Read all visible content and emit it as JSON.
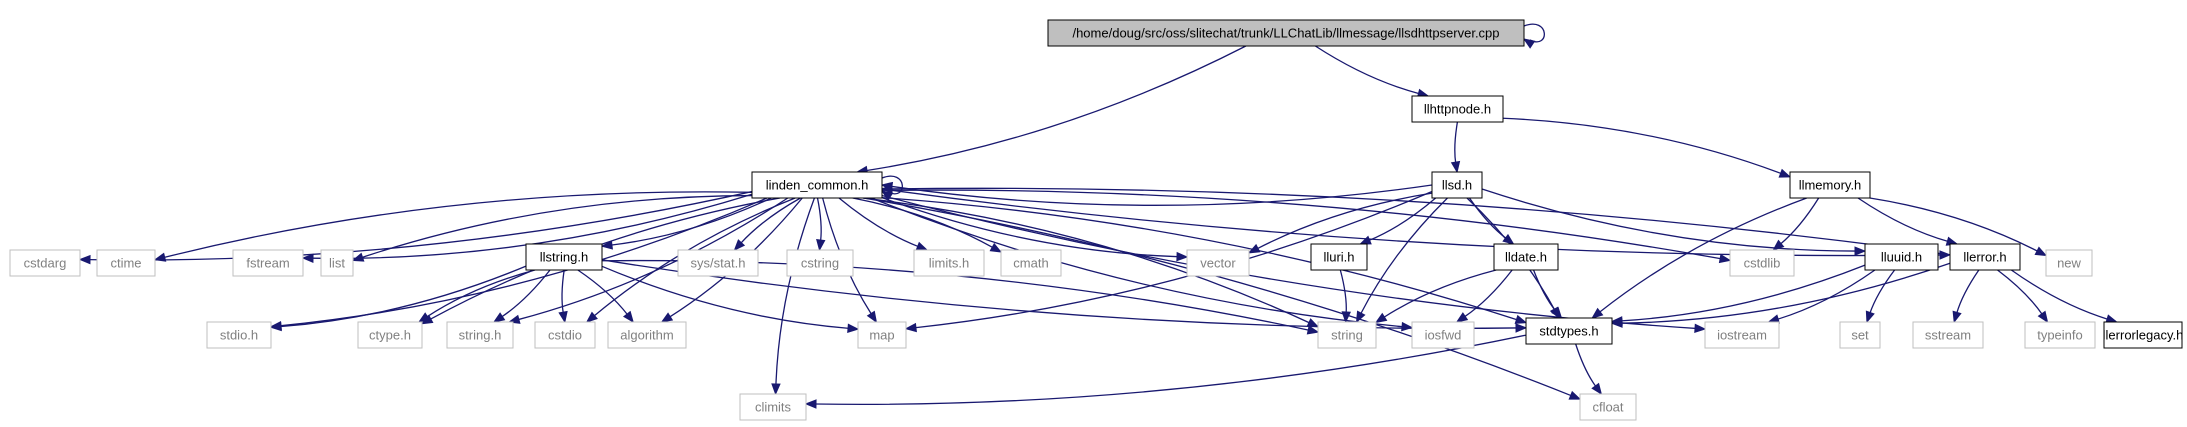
{
  "colors": {
    "edge": "#191970",
    "root_fill": "#bfbfbf",
    "root_border": "#000000",
    "linked_border": "#000000",
    "external_border": "#bfbfbf",
    "external_text": "#808080"
  },
  "nodes": [
    {
      "id": "root",
      "label": "/home/doug/src/oss/slitechat/trunk/LLChatLib/llmessage/llsdhttpserver.cpp",
      "kind": "root"
    },
    {
      "id": "llhttpnode",
      "label": "llhttpnode.h",
      "kind": "linked"
    },
    {
      "id": "linden_common",
      "label": "linden_common.h",
      "kind": "linked"
    },
    {
      "id": "llsd",
      "label": "llsd.h",
      "kind": "linked"
    },
    {
      "id": "llmemory",
      "label": "llmemory.h",
      "kind": "linked"
    },
    {
      "id": "cstdarg",
      "label": "cstdarg",
      "kind": "external"
    },
    {
      "id": "ctime",
      "label": "ctime",
      "kind": "external"
    },
    {
      "id": "fstream",
      "label": "fstream",
      "kind": "external"
    },
    {
      "id": "list",
      "label": "list",
      "kind": "external"
    },
    {
      "id": "llstring",
      "label": "llstring.h",
      "kind": "linked"
    },
    {
      "id": "sysstat",
      "label": "sys/stat.h",
      "kind": "external"
    },
    {
      "id": "cstring",
      "label": "cstring",
      "kind": "external"
    },
    {
      "id": "limits",
      "label": "limits.h",
      "kind": "external"
    },
    {
      "id": "cmath",
      "label": "cmath",
      "kind": "external"
    },
    {
      "id": "vector",
      "label": "vector",
      "kind": "external"
    },
    {
      "id": "lluri",
      "label": "lluri.h",
      "kind": "linked"
    },
    {
      "id": "lldate",
      "label": "lldate.h",
      "kind": "linked"
    },
    {
      "id": "cstdlib",
      "label": "cstdlib",
      "kind": "external"
    },
    {
      "id": "lluuid",
      "label": "lluuid.h",
      "kind": "linked"
    },
    {
      "id": "llerror",
      "label": "llerror.h",
      "kind": "linked"
    },
    {
      "id": "new",
      "label": "new",
      "kind": "external"
    },
    {
      "id": "stdio",
      "label": "stdio.h",
      "kind": "external"
    },
    {
      "id": "ctype",
      "label": "ctype.h",
      "kind": "external"
    },
    {
      "id": "stringh",
      "label": "string.h",
      "kind": "external"
    },
    {
      "id": "cstdio",
      "label": "cstdio",
      "kind": "external"
    },
    {
      "id": "algorithm",
      "label": "algorithm",
      "kind": "external"
    },
    {
      "id": "map",
      "label": "map",
      "kind": "external"
    },
    {
      "id": "string",
      "label": "string",
      "kind": "external"
    },
    {
      "id": "iosfwd",
      "label": "iosfwd",
      "kind": "external"
    },
    {
      "id": "stdtypes",
      "label": "stdtypes.h",
      "kind": "linked"
    },
    {
      "id": "iostream",
      "label": "iostream",
      "kind": "external"
    },
    {
      "id": "set",
      "label": "set",
      "kind": "external"
    },
    {
      "id": "sstream",
      "label": "sstream",
      "kind": "external"
    },
    {
      "id": "typeinfo",
      "label": "typeinfo",
      "kind": "external"
    },
    {
      "id": "llerrorlegacy",
      "label": "llerrorlegacy.h",
      "kind": "linked"
    },
    {
      "id": "climits",
      "label": "climits",
      "kind": "external"
    },
    {
      "id": "cfloat",
      "label": "cfloat",
      "kind": "external"
    }
  ],
  "edges": [
    [
      "root",
      "root"
    ],
    [
      "root",
      "llhttpnode"
    ],
    [
      "root",
      "linden_common"
    ],
    [
      "llhttpnode",
      "llsd"
    ],
    [
      "llhttpnode",
      "llmemory"
    ],
    [
      "linden_common",
      "linden_common"
    ],
    [
      "linden_common",
      "cstdarg"
    ],
    [
      "linden_common",
      "ctime"
    ],
    [
      "linden_common",
      "fstream"
    ],
    [
      "linden_common",
      "list"
    ],
    [
      "linden_common",
      "llstring"
    ],
    [
      "linden_common",
      "sysstat"
    ],
    [
      "linden_common",
      "cstring"
    ],
    [
      "linden_common",
      "limits"
    ],
    [
      "linden_common",
      "cmath"
    ],
    [
      "linden_common",
      "vector"
    ],
    [
      "linden_common",
      "stdio"
    ],
    [
      "linden_common",
      "ctype"
    ],
    [
      "linden_common",
      "stringh"
    ],
    [
      "linden_common",
      "cstdio"
    ],
    [
      "linden_common",
      "algorithm"
    ],
    [
      "linden_common",
      "map"
    ],
    [
      "linden_common",
      "string"
    ],
    [
      "linden_common",
      "iosfwd"
    ],
    [
      "linden_common",
      "stdtypes"
    ],
    [
      "linden_common",
      "llerror"
    ],
    [
      "linden_common",
      "cstdlib"
    ],
    [
      "linden_common",
      "iostream"
    ],
    [
      "linden_common",
      "cfloat"
    ],
    [
      "linden_common",
      "climits"
    ],
    [
      "llstring",
      "stdio"
    ],
    [
      "llstring",
      "ctype"
    ],
    [
      "llstring",
      "stringh"
    ],
    [
      "llstring",
      "cstdio"
    ],
    [
      "llstring",
      "algorithm"
    ],
    [
      "llstring",
      "map"
    ],
    [
      "llstring",
      "string"
    ],
    [
      "llstring",
      "stdtypes"
    ],
    [
      "llsd",
      "linden_common"
    ],
    [
      "llsd",
      "vector"
    ],
    [
      "llsd",
      "lluri"
    ],
    [
      "llsd",
      "lldate"
    ],
    [
      "llsd",
      "map"
    ],
    [
      "llsd",
      "string"
    ],
    [
      "llsd",
      "stdtypes"
    ],
    [
      "llsd",
      "lluuid"
    ],
    [
      "lluri",
      "string"
    ],
    [
      "lldate",
      "string"
    ],
    [
      "lldate",
      "iosfwd"
    ],
    [
      "lldate",
      "stdtypes"
    ],
    [
      "llmemory",
      "cstdlib"
    ],
    [
      "llmemory",
      "llerror"
    ],
    [
      "llmemory",
      "new"
    ],
    [
      "llmemory",
      "stdtypes"
    ],
    [
      "lluuid",
      "iostream"
    ],
    [
      "lluuid",
      "set"
    ],
    [
      "lluuid",
      "stdtypes"
    ],
    [
      "llerror",
      "linden_common"
    ],
    [
      "llerror",
      "stdtypes"
    ],
    [
      "llerror",
      "sstream"
    ],
    [
      "llerror",
      "typeinfo"
    ],
    [
      "llerror",
      "llerrorlegacy"
    ],
    [
      "stdtypes",
      "climits"
    ],
    [
      "stdtypes",
      "cfloat"
    ]
  ]
}
